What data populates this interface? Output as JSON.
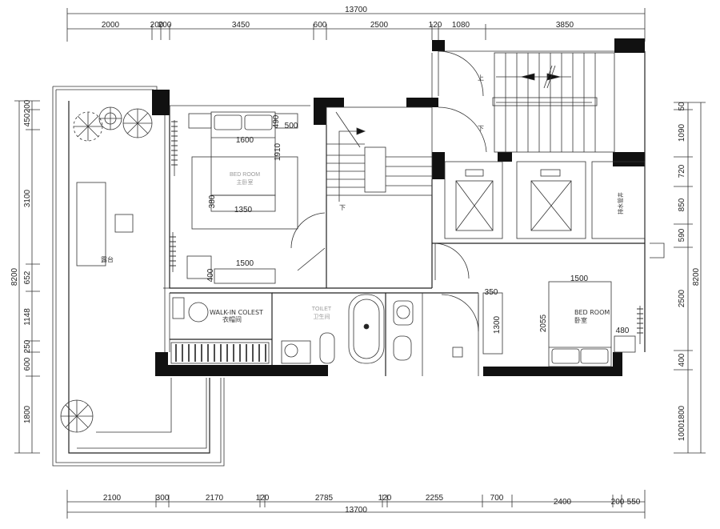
{
  "dimensions": {
    "top_total": "13700",
    "top": [
      "2000",
      "200",
      "200",
      "3450",
      "600",
      "2500",
      "120",
      "1080",
      "3850"
    ],
    "bottom": [
      "2100",
      "300",
      "2170",
      "120",
      "2785",
      "120",
      "2255",
      "700",
      "2400",
      "200",
      "550"
    ],
    "bottom_total": "13700",
    "left": [
      "200",
      "450",
      "3100",
      "652",
      "1148",
      "250",
      "600",
      "1800"
    ],
    "left_total": "8200",
    "right": [
      "50",
      "1090",
      "720",
      "850",
      "590",
      "2500",
      "400",
      "1800"
    ],
    "right_total": "8200",
    "right_extra": "1000"
  },
  "inner_dims": {
    "bed1_width": "1600",
    "bed1_length": "1910",
    "side1_depth": "490",
    "side1_width": "500",
    "rug_width": "1350",
    "rug_depth": "380",
    "desk_width": "1500",
    "desk_depth": "400",
    "bath_350": "350",
    "bath_1300": "1300",
    "bed2_width": "1500",
    "bed2_length": "2055",
    "side2_width": "480"
  },
  "rooms": {
    "master_en": "BED ROOM",
    "master_cn": "主卧室",
    "terrace": "露台",
    "walkin_en": "WALK-IN COLEST",
    "walkin_cn": "衣帽间",
    "toilet_en": "TOILET",
    "toilet_cn": "卫生间",
    "bed2_en": "BED ROOM",
    "bed2_cn": "卧室",
    "pipe": "排水管井",
    "up": "上",
    "down": "下",
    "down2": "下"
  }
}
